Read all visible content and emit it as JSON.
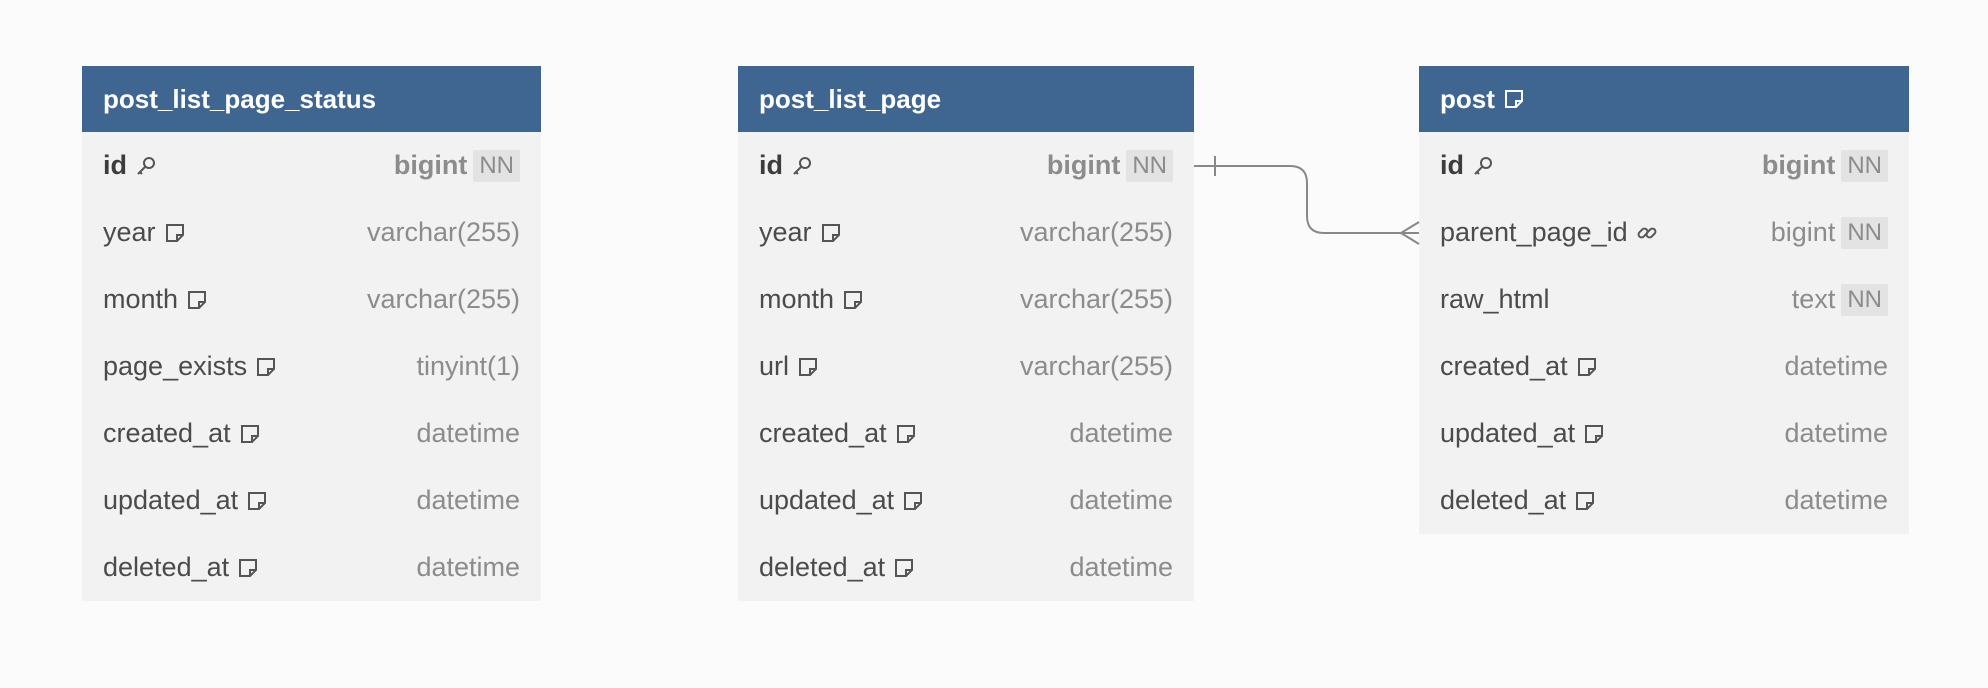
{
  "tables": [
    {
      "name": "post_list_page_status",
      "has_note": false,
      "columns": [
        {
          "name": "id",
          "type": "bigint",
          "nn": "NN",
          "icon": "key-icon",
          "pk": true
        },
        {
          "name": "year",
          "type": "varchar(255)",
          "icon": "note-icon"
        },
        {
          "name": "month",
          "type": "varchar(255)",
          "icon": "note-icon"
        },
        {
          "name": "page_exists",
          "type": "tinyint(1)",
          "icon": "note-icon"
        },
        {
          "name": "created_at",
          "type": "datetime",
          "icon": "note-icon"
        },
        {
          "name": "updated_at",
          "type": "datetime",
          "icon": "note-icon"
        },
        {
          "name": "deleted_at",
          "type": "datetime",
          "icon": "note-icon"
        }
      ]
    },
    {
      "name": "post_list_page",
      "has_note": false,
      "columns": [
        {
          "name": "id",
          "type": "bigint",
          "nn": "NN",
          "icon": "key-icon",
          "pk": true
        },
        {
          "name": "year",
          "type": "varchar(255)",
          "icon": "note-icon"
        },
        {
          "name": "month",
          "type": "varchar(255)",
          "icon": "note-icon"
        },
        {
          "name": "url",
          "type": "varchar(255)",
          "icon": "note-icon"
        },
        {
          "name": "created_at",
          "type": "datetime",
          "icon": "note-icon"
        },
        {
          "name": "updated_at",
          "type": "datetime",
          "icon": "note-icon"
        },
        {
          "name": "deleted_at",
          "type": "datetime",
          "icon": "note-icon"
        }
      ]
    },
    {
      "name": "post",
      "has_note": true,
      "columns": [
        {
          "name": "id",
          "type": "bigint",
          "nn": "NN",
          "icon": "key-icon",
          "pk": true
        },
        {
          "name": "parent_page_id",
          "type": "bigint",
          "nn": "NN",
          "icon": "link-icon"
        },
        {
          "name": "raw_html",
          "type": "text",
          "nn": "NN"
        },
        {
          "name": "created_at",
          "type": "datetime",
          "icon": "note-icon"
        },
        {
          "name": "updated_at",
          "type": "datetime",
          "icon": "note-icon"
        },
        {
          "name": "deleted_at",
          "type": "datetime",
          "icon": "note-icon"
        }
      ]
    }
  ],
  "relationship": {
    "from": "post_list_page.id",
    "to": "post.parent_page_id",
    "cardinality": "one-to-many"
  },
  "colors": {
    "header": "#3f6690",
    "table_body": "#f2f2f2",
    "background": "#fbfbfb",
    "connector": "#888888"
  }
}
